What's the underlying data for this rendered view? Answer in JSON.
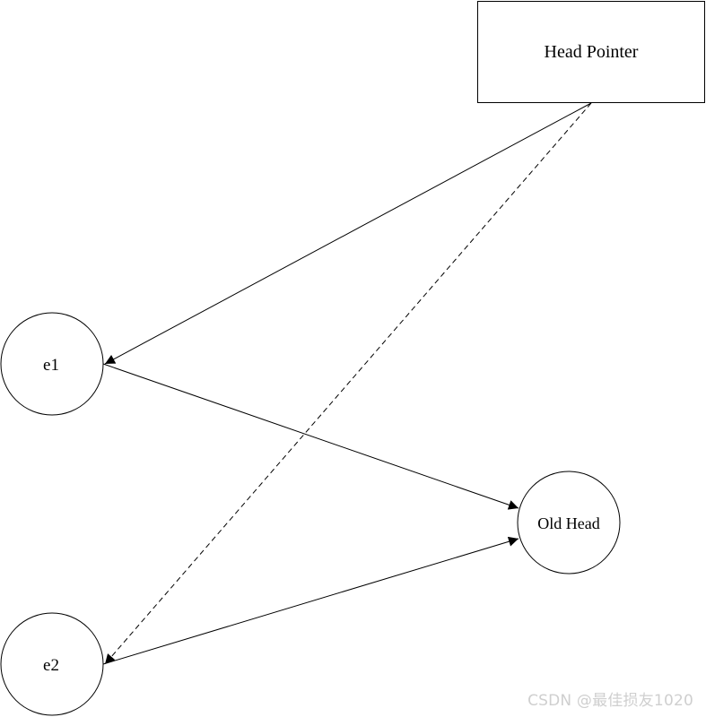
{
  "nodes": {
    "head_pointer": {
      "label": "Head Pointer"
    },
    "e1": {
      "label": "e1"
    },
    "e2": {
      "label": "e2"
    },
    "old_head": {
      "label": "Old Head"
    }
  },
  "edges": [
    {
      "from": "Head Pointer",
      "to": "e1",
      "style": "solid"
    },
    {
      "from": "Head Pointer",
      "to": "e2",
      "style": "dashed"
    },
    {
      "from": "e1",
      "to": "Old Head",
      "style": "solid"
    },
    {
      "from": "e2",
      "to": "Old Head",
      "style": "solid"
    }
  ],
  "watermark": "CSDN @最佳损友1020",
  "colors": {
    "stroke": "#000000",
    "background": "#ffffff",
    "watermark": "#cfcfcf"
  }
}
